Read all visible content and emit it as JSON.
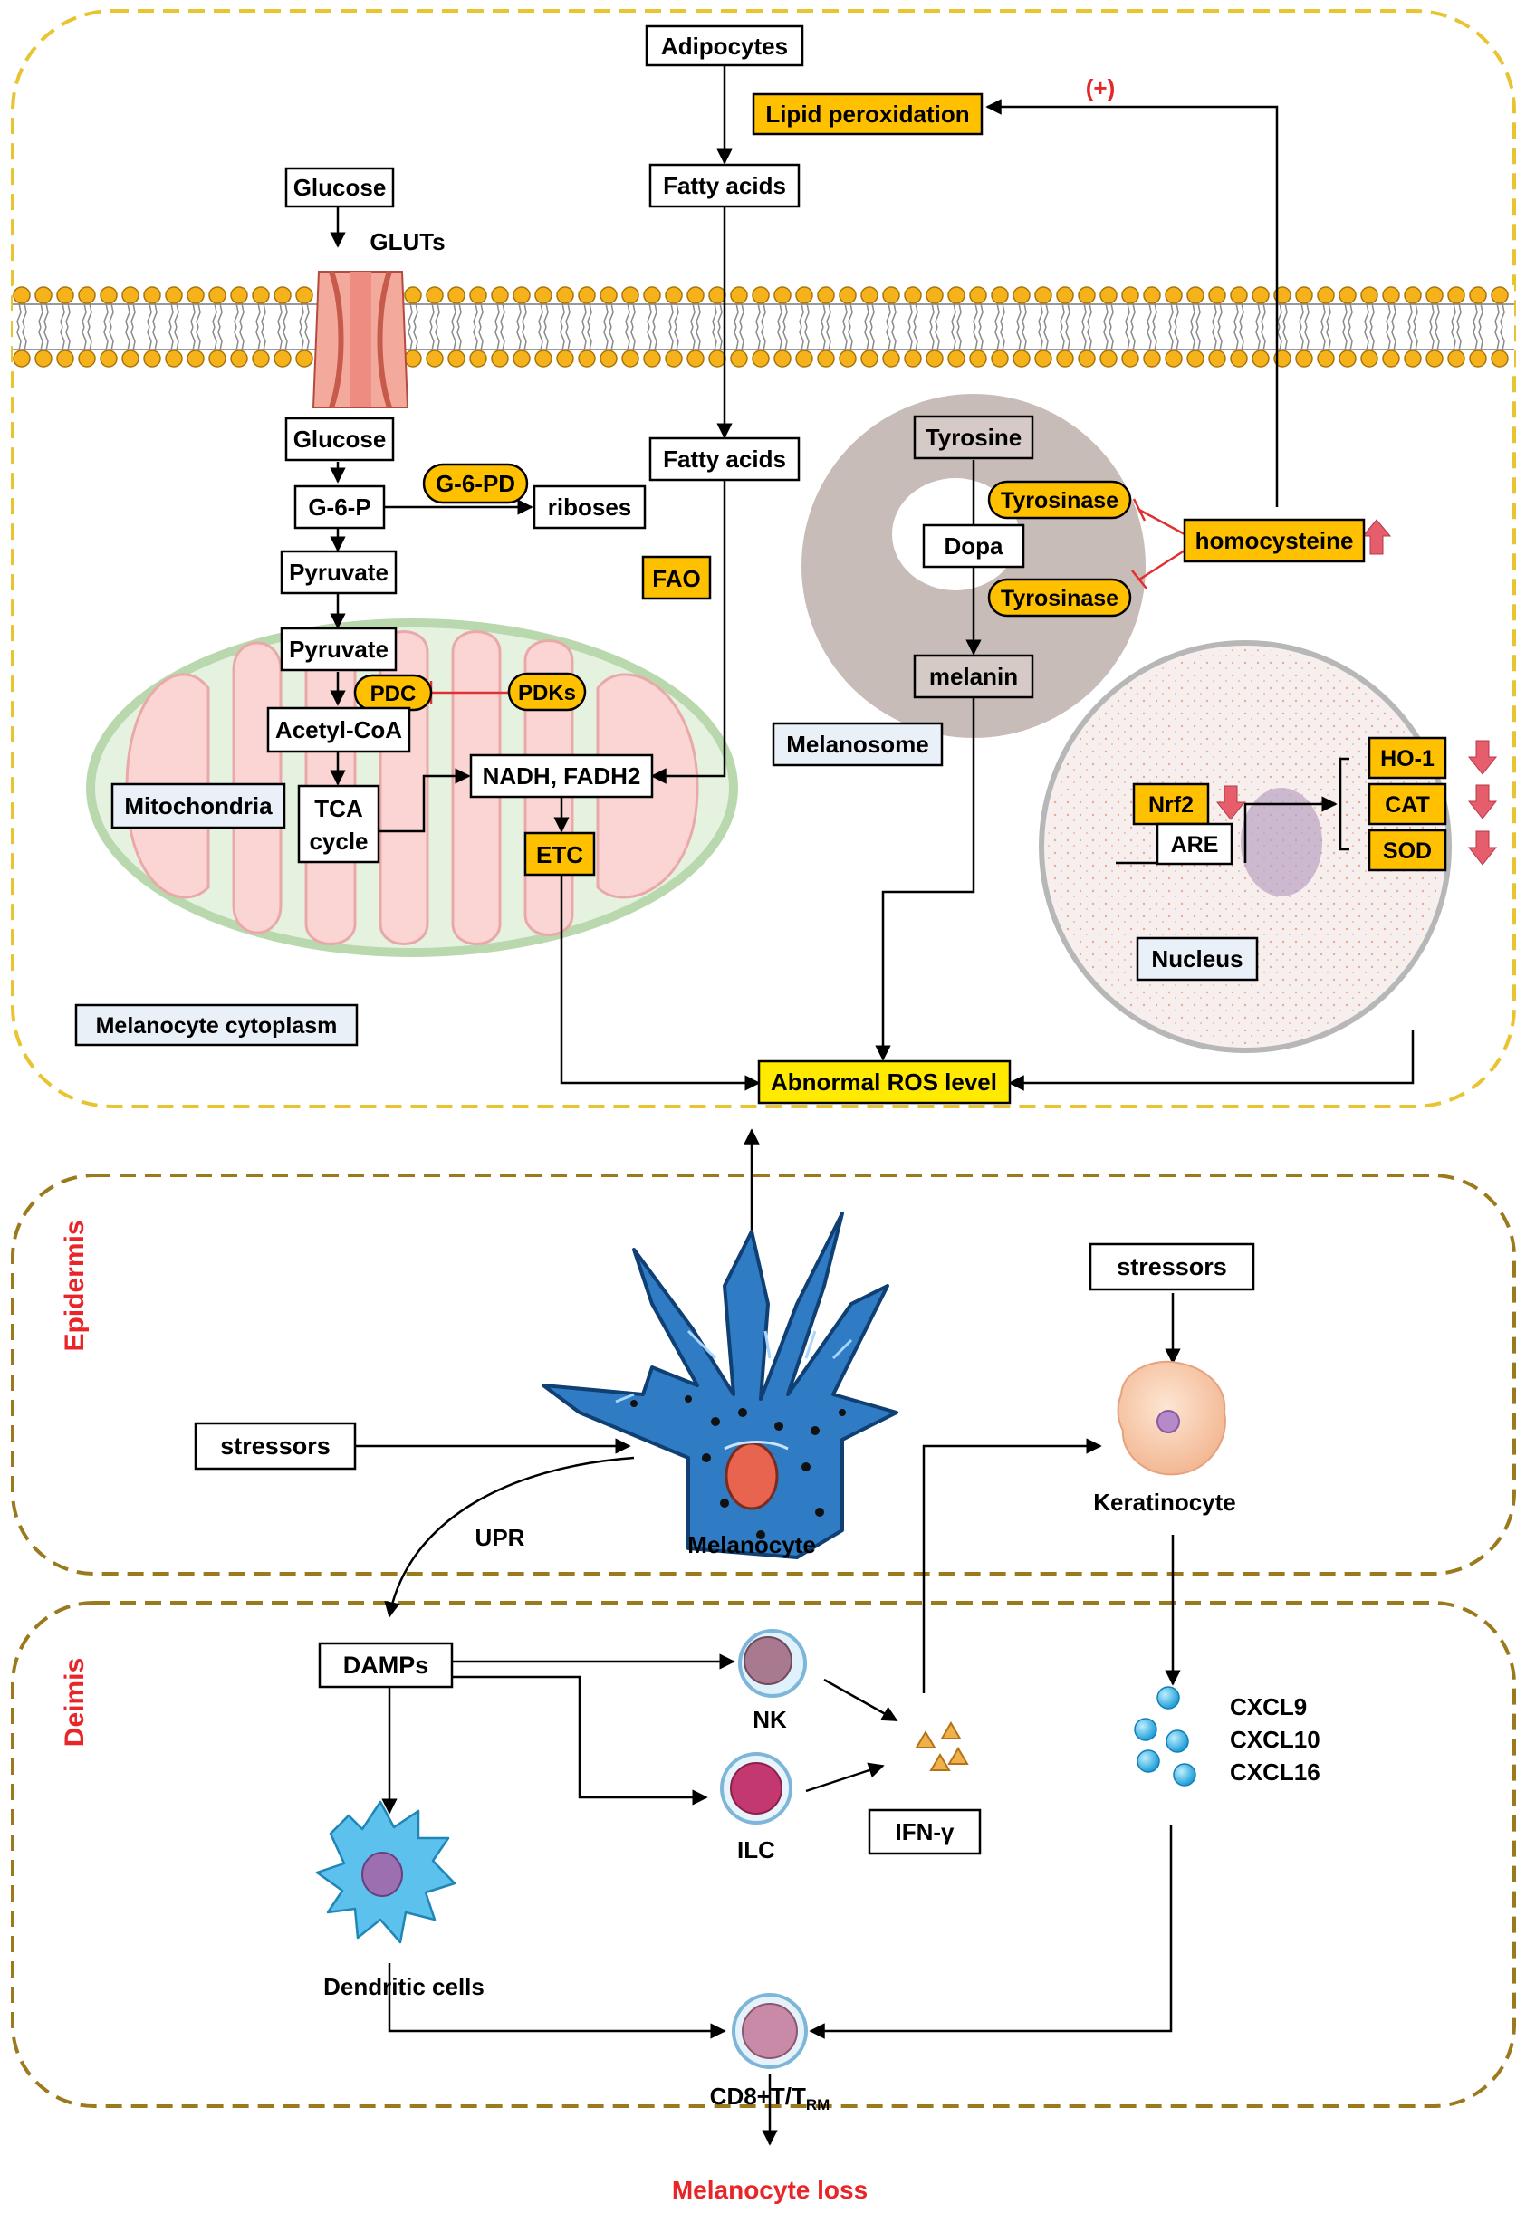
{
  "cytoplasm": {
    "adipocytes": "Adipocytes",
    "fatty_acids_out": "Fatty acids",
    "fatty_acids_in": "Fatty acids",
    "fao": "FAO",
    "lipid_peroxidation": "Lipid peroxidation",
    "plus_sign": "(+)",
    "glucose_out": "Glucose",
    "gluts": "GLUTs",
    "glucose_in": "Glucose",
    "g6pd": "G-6-PD",
    "g6p": "G-6-P",
    "riboses": "riboses",
    "pyruvate_1": "Pyruvate",
    "pyruvate_2": "Pyruvate",
    "pdc": "PDC",
    "pdks": "PDKs",
    "acetyl_coa": "Acetyl-CoA",
    "tca_line1": "TCA",
    "tca_line2": "cycle",
    "nadh": "NADH, FADH2",
    "etc": "ETC",
    "mitochondria": "Mitochondria",
    "tyrosine": "Tyrosine",
    "tyrosinase_1": "Tyrosinase",
    "dopa": "Dopa",
    "tyrosinase_2": "Tyrosinase",
    "melanin": "melanin",
    "melanosome": "Melanosome",
    "homocysteine": "homocysteine",
    "nrf2": "Nrf2",
    "are": "ARE",
    "ho1": "HO-1",
    "cat": "CAT",
    "sod": "SOD",
    "nucleus": "Nucleus",
    "cytoplasm_label": "Melanocyte cytoplasm",
    "ros": "Abnormal ROS level"
  },
  "epidermis": {
    "label": "Epidermis",
    "stressors_left": "stressors",
    "stressors_right": "stressors",
    "melanocyte": "Melanocyte",
    "keratinocyte": "Keratinocyte",
    "upr": "UPR"
  },
  "dermis": {
    "label": "Deimis",
    "damps": "DAMPs",
    "nk": "NK",
    "ilc": "ILC",
    "ifn": "IFN-γ",
    "cxcl9": "CXCL9",
    "cxcl10": "CXCL10",
    "cxcl16": "CXCL16",
    "dendritic": "Dendritic cells",
    "cd8_main": "CD8+T/T",
    "cd8_sub": "RM",
    "melanocyte_loss": "Melanocyte loss"
  },
  "colors": {
    "yellow_fill": "#FFC000",
    "dashed_yellow": "#E8C431",
    "dashed_brown": "#9B7A1E",
    "inhibit_red": "#E03030",
    "title_red": "#E8262A"
  }
}
